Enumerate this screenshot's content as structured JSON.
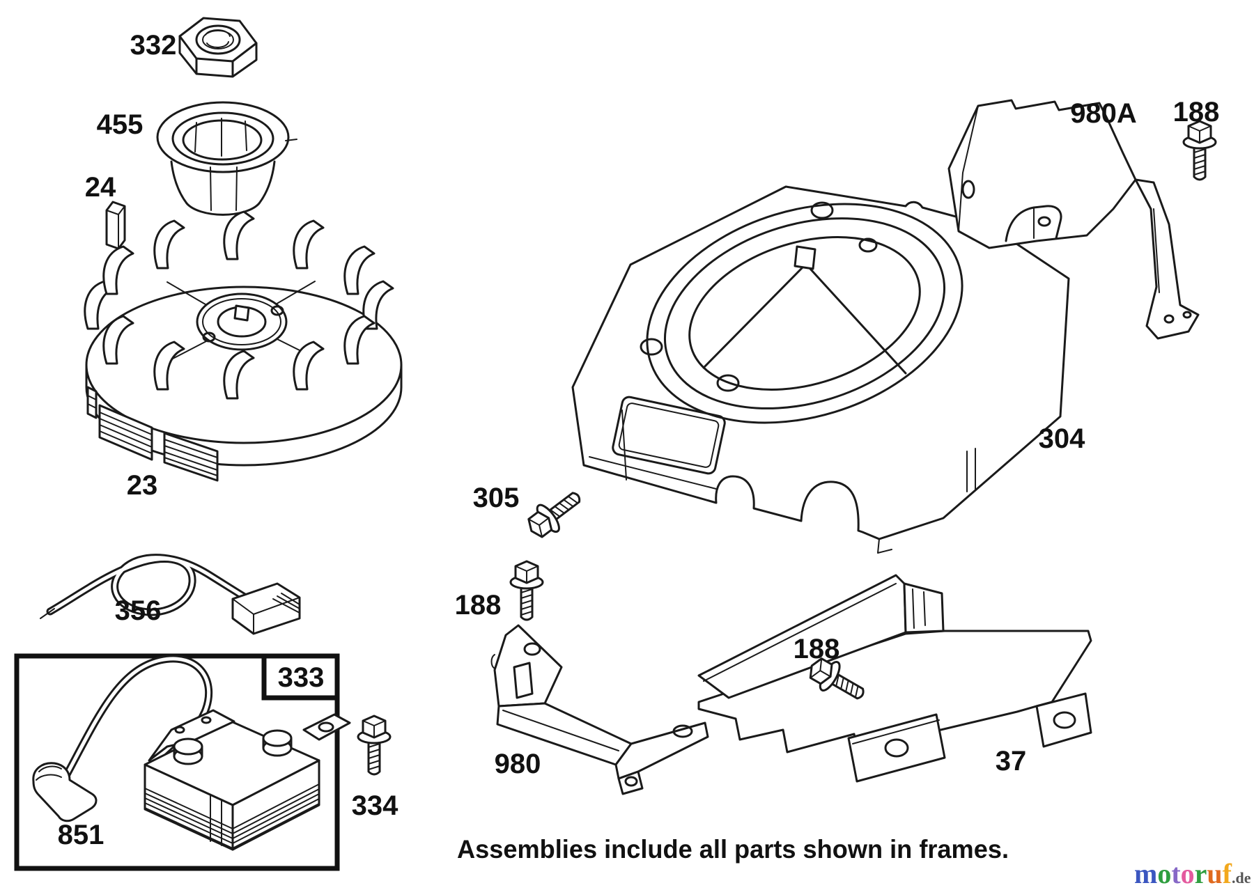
{
  "canvas": {
    "background": "#ffffff",
    "ink": "#1a1a1a"
  },
  "labels": [
    {
      "part": "332",
      "text": "332"
    },
    {
      "part": "455",
      "text": "455"
    },
    {
      "part": "24",
      "text": "24"
    },
    {
      "part": "23",
      "text": "23"
    },
    {
      "part": "356",
      "text": "356"
    },
    {
      "part": "333",
      "text": "333"
    },
    {
      "part": "851",
      "text": "851"
    },
    {
      "part": "334",
      "text": "334"
    },
    {
      "part": "305",
      "text": "305"
    },
    {
      "part": "188",
      "text": "188"
    },
    {
      "part": "980",
      "text": "980"
    },
    {
      "part": "188",
      "text": "188"
    },
    {
      "part": "37",
      "text": "37"
    },
    {
      "part": "304",
      "text": "304"
    },
    {
      "part": "980A",
      "text": "980A"
    },
    {
      "part": "188",
      "text": "188"
    }
  ],
  "caption": {
    "text": "Assemblies include all parts shown in frames."
  },
  "watermark": {
    "letters": [
      {
        "ch": "m",
        "color": "#3b56c0"
      },
      {
        "ch": "o",
        "color": "#2f9e3f"
      },
      {
        "ch": "t",
        "color": "#8668c6"
      },
      {
        "ch": "o",
        "color": "#e45a9e"
      },
      {
        "ch": "r",
        "color": "#2f9e3f"
      },
      {
        "ch": "u",
        "color": "#e06a1e"
      },
      {
        "ch": "f",
        "color": "#f2a81d"
      }
    ],
    "suffix": {
      "text": ".de",
      "color": "#555555"
    }
  }
}
